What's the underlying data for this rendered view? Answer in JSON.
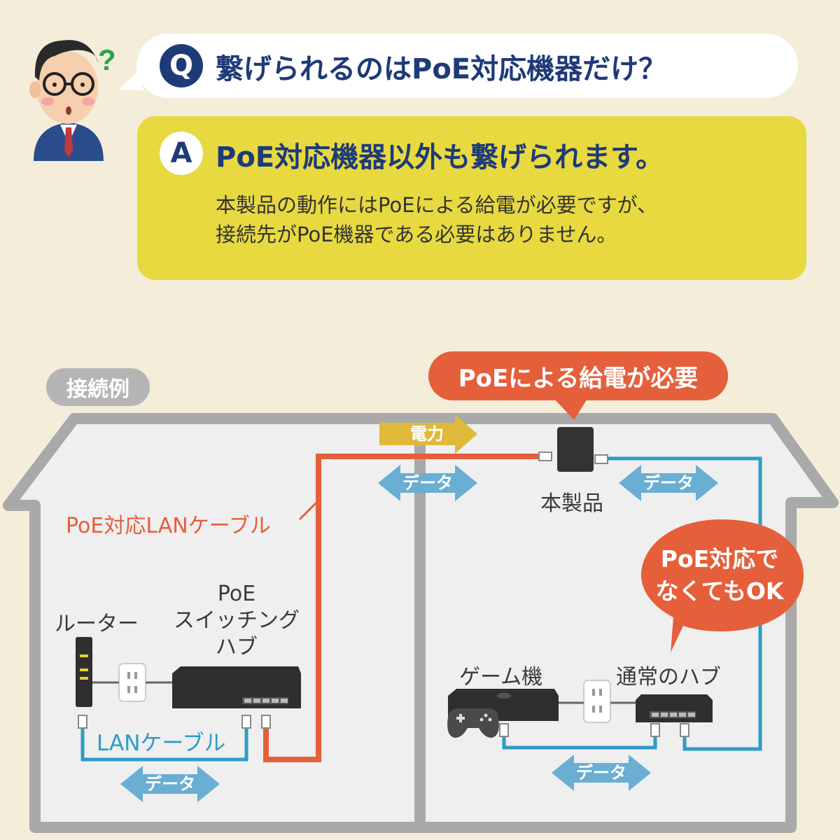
{
  "question": {
    "badge": "Q",
    "text": "繋げられるのはPoE対応機器だけ？"
  },
  "answer": {
    "badge": "A",
    "headline": "PoE対応機器以外も繋げられます。",
    "body_line1": "本製品の動作にはPoEによる給電が必要ですが、",
    "body_line2": "接続先がPoE機器である必要はありません。"
  },
  "diagram": {
    "tag": "接続例",
    "callout_power_required": "PoEによる給電が必要",
    "callout_ok_line1": "PoE対応で",
    "callout_ok_line2": "なくてもOK",
    "arrow_power": "電力",
    "arrow_data": "データ",
    "poe_cable_label": "PoE対応LANケーブル",
    "lan_cable_label": "LANケーブル",
    "router_label": "ルーター",
    "poe_switch_line1": "PoE",
    "poe_switch_line2": "スイッチング",
    "poe_switch_line3": "ハブ",
    "product_label": "本製品",
    "game_label": "ゲーム機",
    "hub_label": "通常のハブ"
  },
  "colors": {
    "navy": "#1e3a78",
    "yellow": "#e7d93f",
    "orange": "#e55f3a",
    "blue": "#2e9bc9",
    "gold_arrow": "#e0b93a",
    "house": "#a9a9a9"
  }
}
